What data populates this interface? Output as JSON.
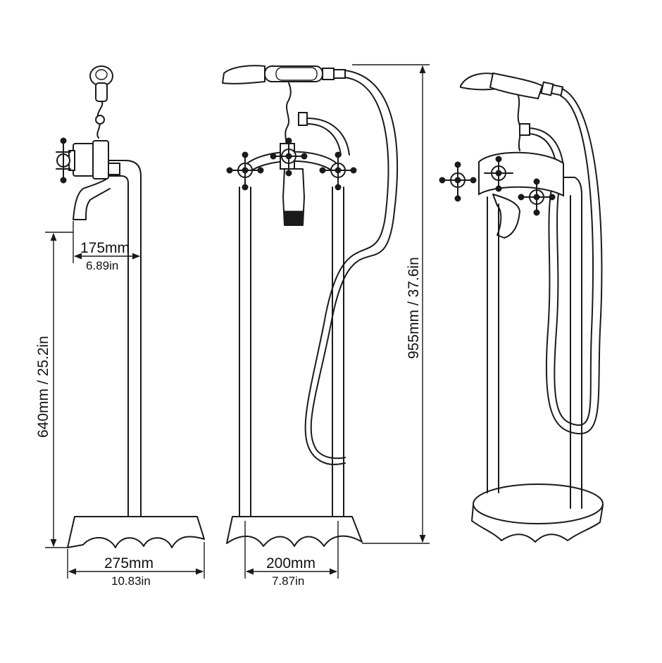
{
  "dimensions": {
    "spout_reach_mm": "175mm",
    "spout_reach_in": "6.89in",
    "spout_height": "640mm / 25.2in",
    "base_width_mm": "275mm",
    "base_width_in": "10.83in",
    "leg_spacing_mm": "200mm",
    "leg_spacing_in": "7.87in",
    "total_height": "955mm / 37.6in"
  },
  "colors": {
    "line": "#1a1a1a",
    "background": "#ffffff"
  }
}
